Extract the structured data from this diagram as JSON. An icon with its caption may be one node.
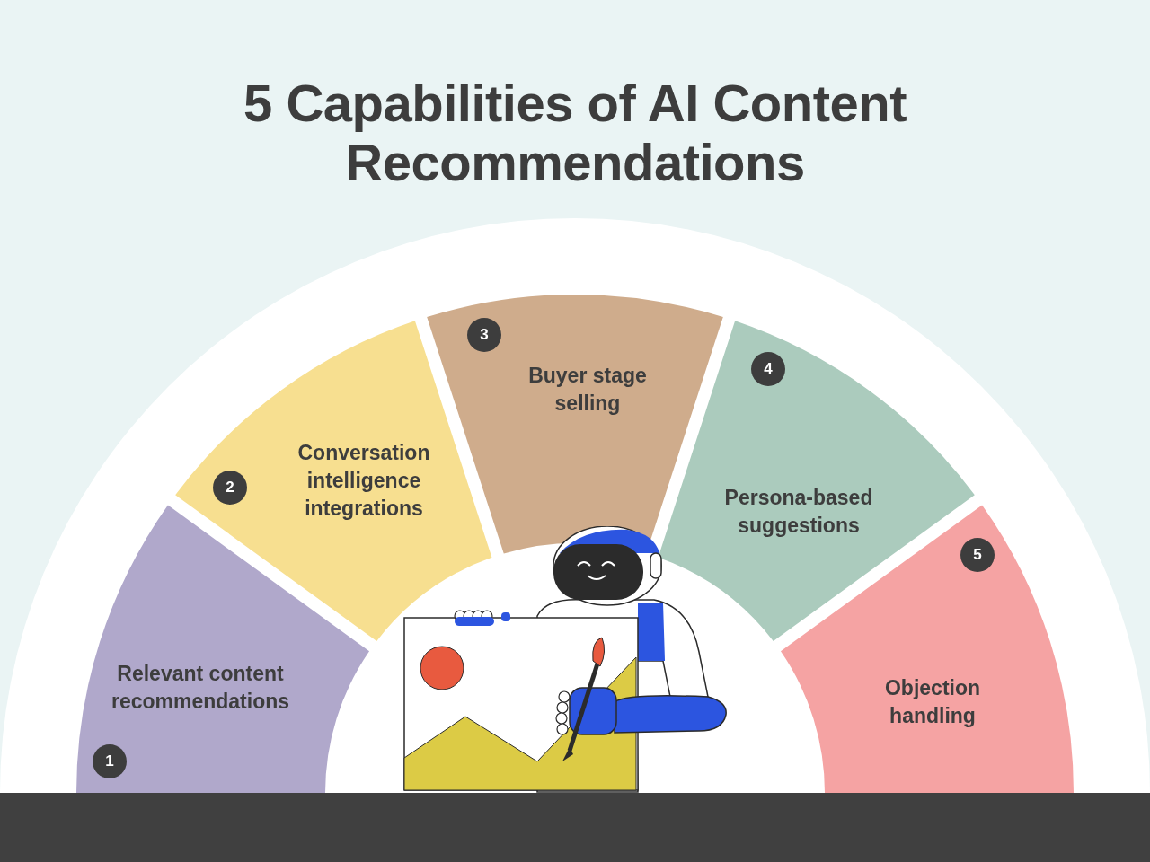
{
  "diagram": {
    "title": "5 Capabilities of AI Content Recommendations",
    "nodes": [
      {
        "text": [
          "Relevant content recommendations",
          "1"
        ]
      },
      {
        "text": [
          "2",
          "Conversation intelligence integrations"
        ]
      },
      {
        "text": [
          "3",
          "Buyer stage selling"
        ]
      },
      {
        "text": [
          "4",
          "Persona-based suggestions"
        ]
      },
      {
        "text": [
          "5",
          "Objection handling"
        ]
      }
    ]
  }
}
